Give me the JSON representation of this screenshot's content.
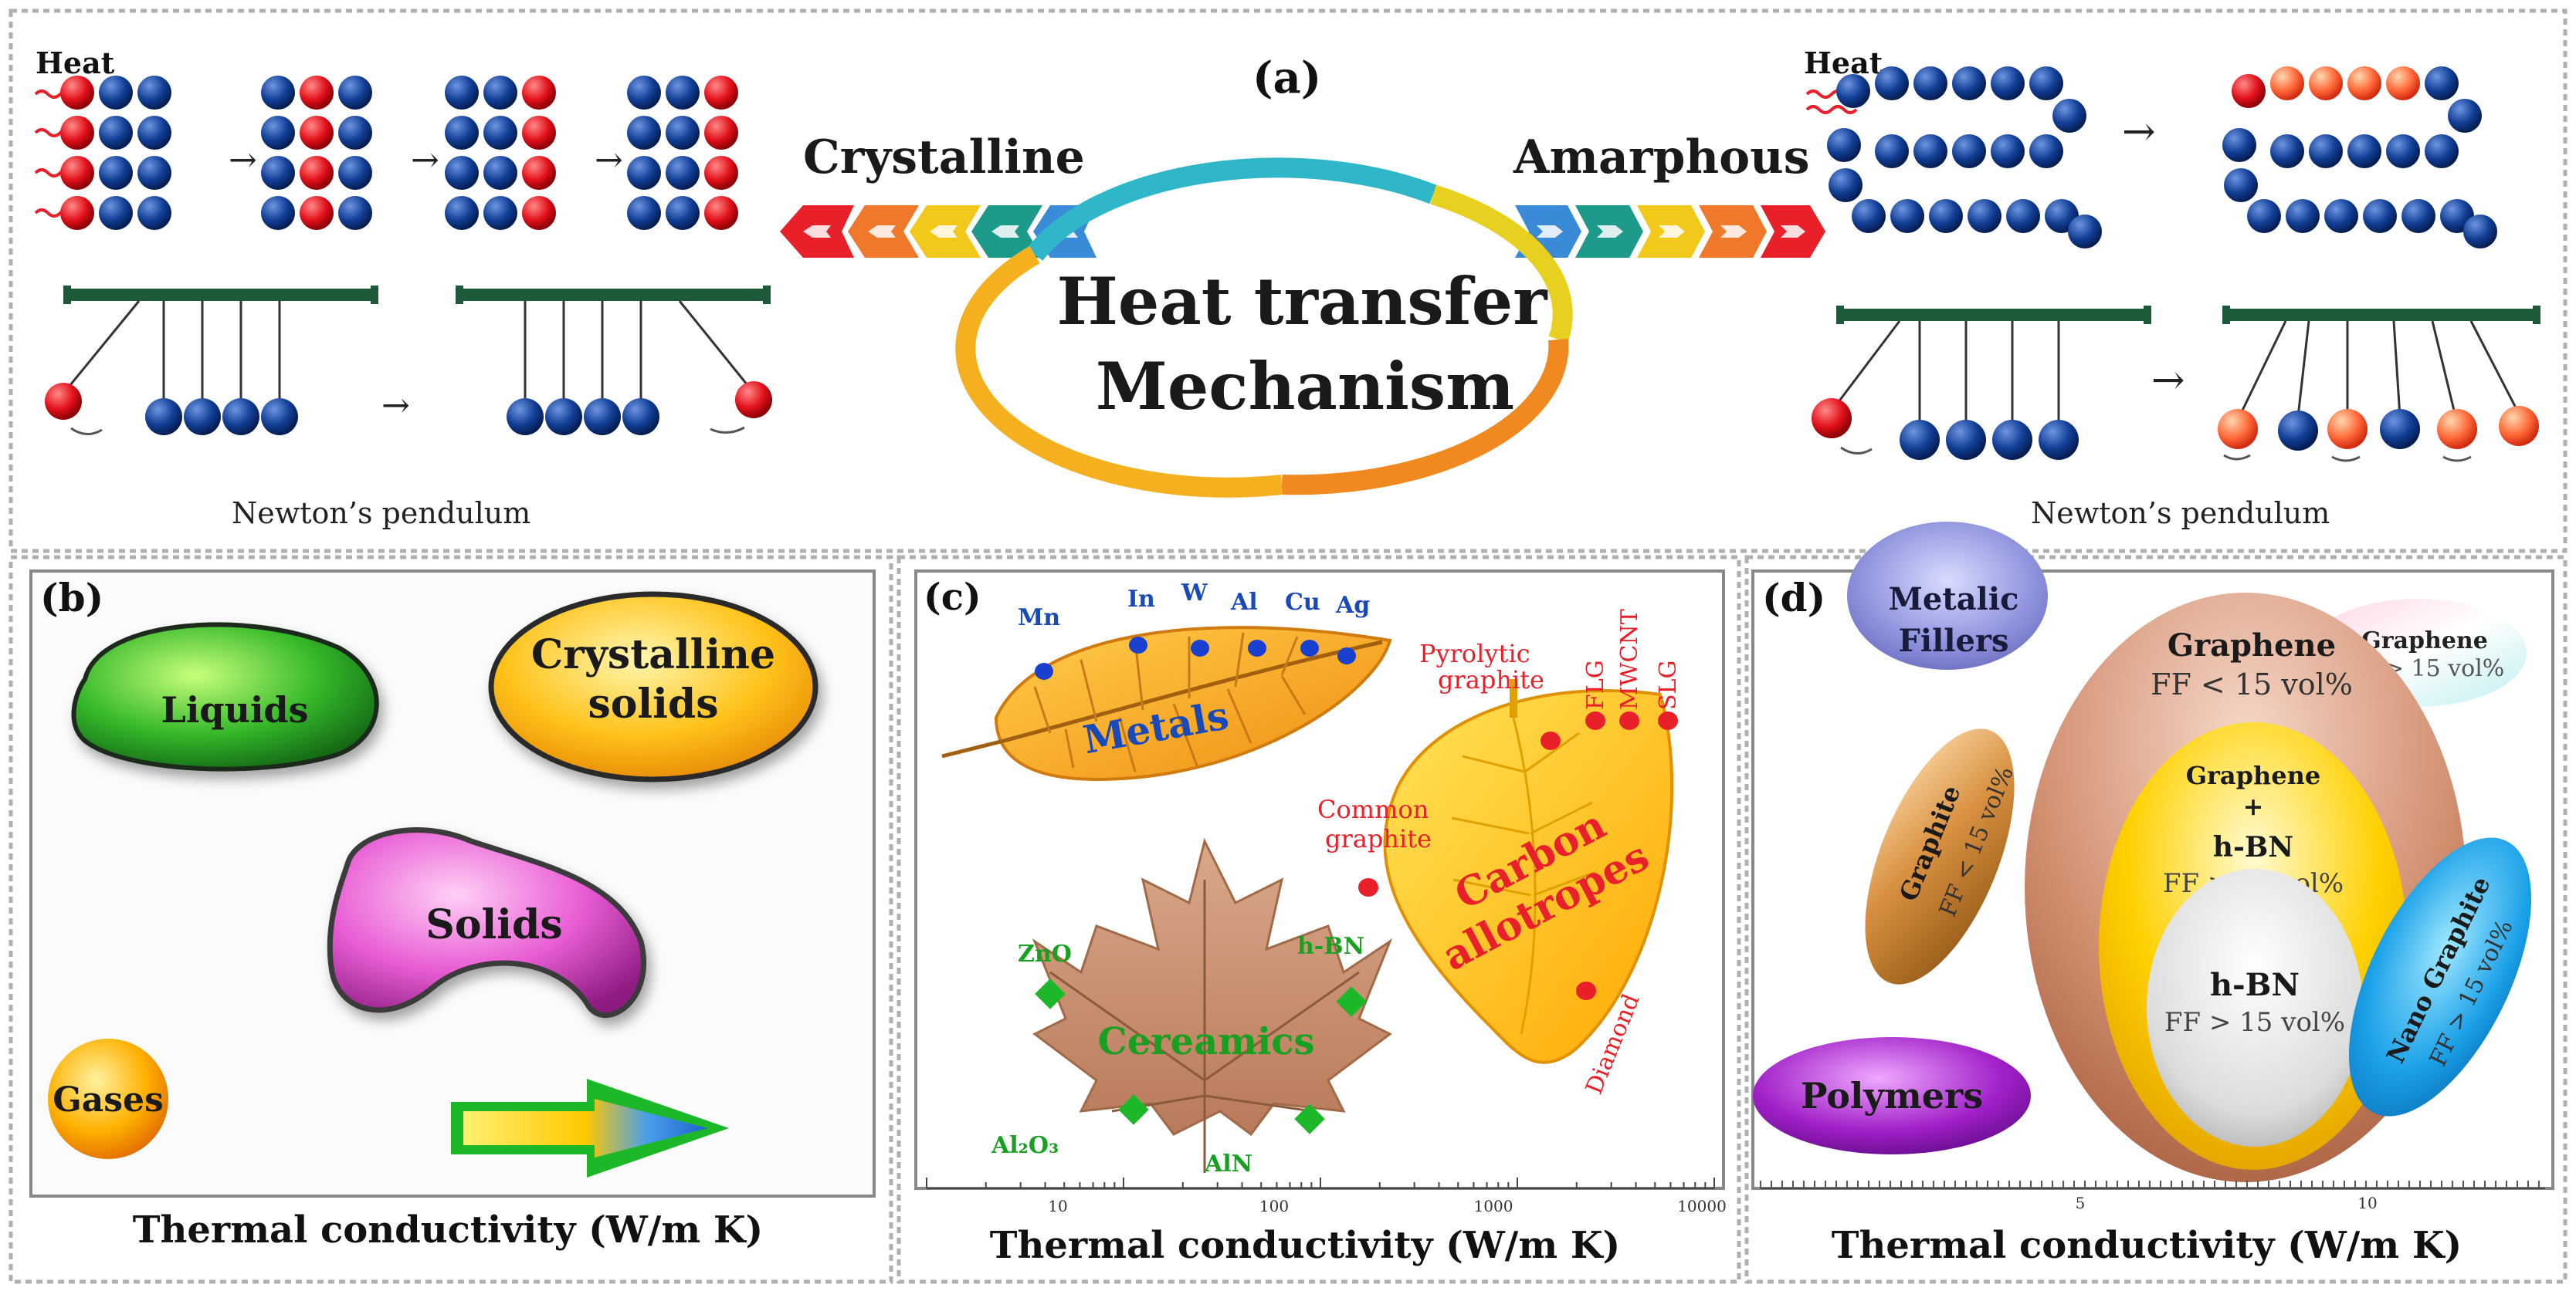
{
  "panel_a": {
    "label": "(a)",
    "heat_left": "Heat",
    "heat_right": "Heat",
    "crystalline": "Crystalline",
    "amorphous": "Amarphous",
    "center_line1": "Heat transfer",
    "center_line2": "Mechanism",
    "pendulum_left": "Newton’s pendulum",
    "pendulum_right": "Newton’s pendulum"
  },
  "panel_b": {
    "label": "(b)",
    "liquids": "Liquids",
    "crystalline_line1": "Crystalline",
    "crystalline_line2": "solids",
    "solids": "Solids",
    "gases": "Gases",
    "xlabel": "Thermal conductivity (W/m K)"
  },
  "panel_c": {
    "label": "(c)",
    "metal_elements": [
      "Mn",
      "In",
      "W",
      "Al",
      "Cu",
      "Ag"
    ],
    "metals": "Metals",
    "pyrolytic_line1": "Pyrolytic",
    "pyrolytic_line2": "graphite",
    "carbon_elements": [
      "FLG",
      "MWCNT",
      "SLG"
    ],
    "common_line1": "Common",
    "common_line2": "graphite",
    "carbon_line1": "Carbon",
    "carbon_line2": "allotropes",
    "diamond": "Diamond",
    "zno": "ZnO",
    "hbn": "h-BN",
    "ceramics": "Cereamics",
    "al2o3": "Al₂O₃",
    "aln": "AlN",
    "axis_ticks": [
      "10",
      "100",
      "1000",
      "10000"
    ],
    "xlabel": "Thermal conductivity (W/m K)"
  },
  "panel_d": {
    "label": "(d)",
    "metalic_line1": "Metalic",
    "metalic_line2": "Fillers",
    "graphene_large": "Graphene",
    "ff_lt15": "FF < 15 vol%",
    "graphene_small": "Graphene",
    "ff_gt15": "FF > 15 vol%",
    "graphite": "Graphite",
    "graphite_ff": "FF < 15 vol%",
    "ghbn_line1": "Graphene",
    "ghbn_plus": "+",
    "ghbn_line2": "h-BN",
    "ghbn_ff": "FF > 15 vol%",
    "hbn": "h-BN",
    "hbn_ff": "FF > 15 vol%",
    "nano_graphite": "Nano Graphite",
    "nano_ff": "FF > 15 vol%",
    "polymers": "Polymers",
    "axis_ticks": [
      "5",
      "10"
    ],
    "xlabel": "Thermal conductivity (W/m K)"
  },
  "colors": {
    "atom_blue": "#0d3a8e",
    "atom_red": "#e0101a",
    "bar_green": "#1e5a3a",
    "red_label": "#e8202a",
    "blue_label": "#1a4ab8",
    "green_label": "#18a020"
  }
}
